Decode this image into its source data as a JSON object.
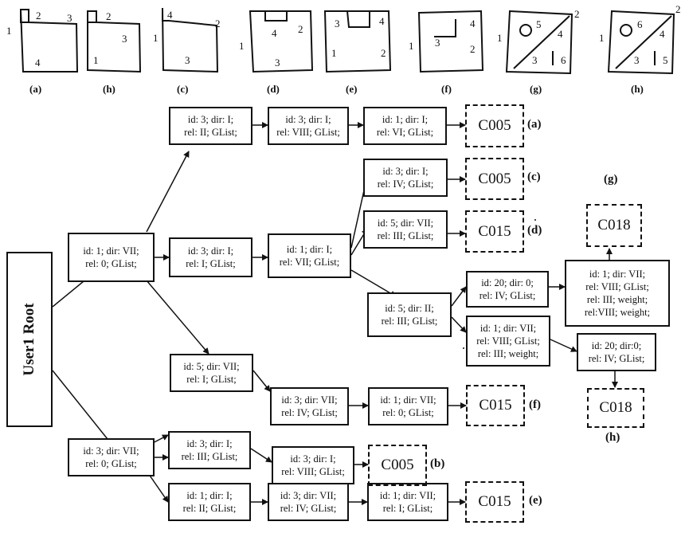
{
  "sketch_panels": [
    {
      "caption": "(a)",
      "nums": [
        "1",
        "2",
        "3",
        "4"
      ]
    },
    {
      "caption": "(h)",
      "nums": [
        "2",
        "3",
        "1"
      ]
    },
    {
      "caption": "(c)",
      "nums": [
        "1",
        "4",
        "2",
        "3"
      ]
    },
    {
      "caption": "(d)",
      "nums": [
        "1",
        "4",
        "2",
        "3"
      ]
    },
    {
      "caption": "(e)",
      "nums": [
        "3",
        "4",
        "1",
        "2"
      ]
    },
    {
      "caption": "(f)",
      "nums": [
        "1",
        "3",
        "4",
        "2"
      ]
    },
    {
      "caption": "(g)",
      "nums": [
        "1",
        "5",
        "2",
        "4",
        "3",
        "6"
      ]
    },
    {
      "caption": "(h)",
      "nums": [
        "1",
        "6",
        "2",
        "4",
        "3",
        "5"
      ]
    }
  ],
  "root": {
    "label": "User1 Root"
  },
  "nodes": {
    "n_top1": {
      "l1": "id: 3; dir: I;",
      "l2": "rel: II; GList;"
    },
    "n_top2": {
      "l1": "id: 3; dir: I;",
      "l2": "rel: VIII; GList;"
    },
    "n_top3": {
      "l1": "id: 1; dir: I;",
      "l2": "rel: VI; GList;"
    },
    "n_c": {
      "l1": "id: 3; dir: I;",
      "l2": "rel: IV; GList;"
    },
    "n_d": {
      "l1": "id: 5; dir: VII;",
      "l2": "rel: III; GList;"
    },
    "n_a": {
      "l1": "id: 1; dir: VII;",
      "l2": "rel: 0; GList;"
    },
    "n_b1": {
      "l1": "id: 3; dir: I;",
      "l2": "rel: I; GList;"
    },
    "n_b2": {
      "l1": "id: 1; dir: I;",
      "l2": "rel: VII; GList;"
    },
    "n_5ii": {
      "l1": "id: 5; dir: II;",
      "l2": "rel: III; GList;"
    },
    "n_20a": {
      "l1": "id: 20; dir: 0;",
      "l2": "rel: IV; GList;"
    },
    "n_g": {
      "l1": "id: 1; dir: VII;",
      "l2": "rel: VIII; GList;",
      "l3": "rel: III; weight;",
      "l4": "rel:VIII; weight;"
    },
    "n_1h": {
      "l1": "id: 1; dir: VII;",
      "l2": "rel: VIII; GList;",
      "l3": "rel: III; weight;"
    },
    "n_20h": {
      "l1": "id: 20; dir:0;",
      "l2": "rel: IV; GList;"
    },
    "n_f1": {
      "l1": "id: 5; dir: VII;",
      "l2": "rel: I; GList;"
    },
    "n_f2": {
      "l1": "id: 3; dir: VII;",
      "l2": "rel: IV; GList;"
    },
    "n_f3": {
      "l1": "id: 1; dir: VII;",
      "l2": "rel: 0; GList;"
    },
    "n_low": {
      "l1": "id: 3; dir: VII;",
      "l2": "rel: 0; GList;"
    },
    "n_b_1": {
      "l1": "id: 3; dir: I;",
      "l2": "rel: III; GList;"
    },
    "n_b_2": {
      "l1": "id: 3; dir: I;",
      "l2": "rel: VIII; GList;"
    },
    "n_e1": {
      "l1": "id: 1; dir: I;",
      "l2": "rel: II; GList;"
    },
    "n_e2": {
      "l1": "id: 3; dir: VII;",
      "l2": "rel: IV; GList;"
    },
    "n_e3": {
      "l1": "id: 1; dir: VII;",
      "l2": "rel: I; GList;"
    }
  },
  "leaves": {
    "leaf_a": "C005",
    "leaf_c": "C005",
    "leaf_d": "C015",
    "leaf_g": "C018",
    "leaf_h": "C018",
    "leaf_f": "C015",
    "leaf_b": "C005",
    "leaf_e": "C015"
  },
  "captions": {
    "cap_a": "(a)",
    "cap_c": "(c)",
    "cap_d": "(d)",
    "cap_g": "(g)",
    "cap_h": "(h)",
    "cap_f": "(f)",
    "cap_b": "(b)",
    "cap_e": "(e)"
  }
}
